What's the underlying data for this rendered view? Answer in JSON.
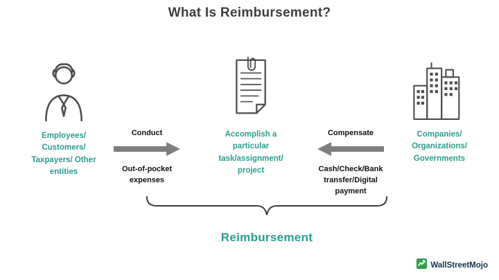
{
  "title": "What Is Reimbursement?",
  "colors": {
    "teal": "#2a9d8f",
    "title_text": "#3d3d3d",
    "arrow_gray": "#7f7f7f",
    "black_text": "#111111",
    "icon_outline": "#4d4d4d",
    "logo_green": "#2fa14b",
    "logo_text": "#14324f"
  },
  "left_entity": {
    "icon": "person-icon",
    "label": "Employees/\nCustomers/\nTaxpayers/ Other\nentities"
  },
  "flow_conduct": {
    "direction": "right",
    "top_label": "Conduct",
    "bottom_label": "Out-of-pocket\nexpenses"
  },
  "center_entity": {
    "icon": "document-icon",
    "label": "Accomplish a\nparticular\ntask/assignment/\nproject"
  },
  "flow_compensate": {
    "direction": "left",
    "top_label": "Compensate",
    "bottom_label": "Cash/Check/Bank\ntransfer/Digital\npayment"
  },
  "right_entity": {
    "icon": "buildings-icon",
    "label": "Companies/\nOrganizations/\nGovernments"
  },
  "brace_label": "Reimbursement",
  "logo": {
    "text": "WallStreetMojo"
  }
}
